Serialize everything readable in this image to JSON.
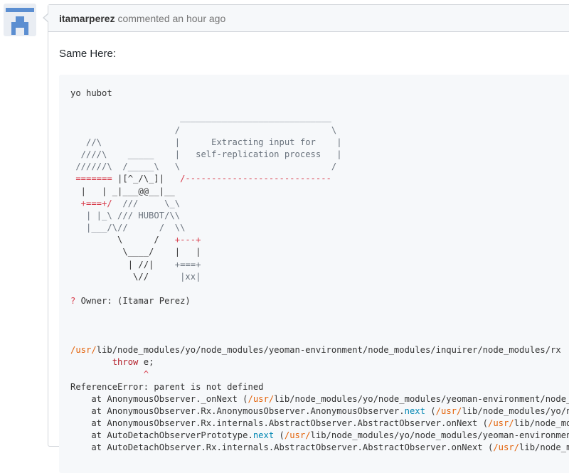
{
  "comment": {
    "author": "itamarperez",
    "meta": "commented an hour ago",
    "intro": "Same Here:"
  },
  "code": {
    "l01": "yo hubot",
    "l02": "",
    "l03_top": "                     _____________________________",
    "l04_slash": "                    /                             \\",
    "l05_a": "   //\\",
    "l05_b": "              |",
    "l05_c": "      Extracting input for    |",
    "l06_a": "  ////\\",
    "l06_b": "    _____    |",
    "l06_c": "   self-replication process   |",
    "l07_a": " //////\\  /_____\\   \\                             /",
    "l08_eq": " =======",
    "l08_b": " |[^_/\\_]|",
    "l08_c": "   /----------------------------",
    "l09": "  |   | _|___@@__|__",
    "l10_a": "  +===+/",
    "l10_b": "  ///     \\_\\",
    "l11": "   | |_\\ /// HUBOT/\\\\",
    "l12": "   |___/\\//      /  \\\\",
    "l13_a": "         \\      /",
    "l13_b": "   +---+",
    "l14": "          \\____/    |   |",
    "l15_a": "           | //|",
    "l15_b": "    +===+",
    "l16_a": "            \\//",
    "l16_b": "      |xx|",
    "l17": "",
    "l18_q": "?",
    "l18_label": " Owner: ",
    "l18_val": "(Itamar Perez)",
    "l19": "",
    "l20": "",
    "l21": "",
    "l22_usr": "/usr/",
    "l22_rest": "lib/node_modules/yo/node_modules/yeoman-environment/node_modules/inquirer/node_modules/rx",
    "l23_throw": "        throw",
    "l23_e": " e;",
    "l24_caret": "              ^",
    "l25_err": "ReferenceError",
    "l25_rest": ": parent is not defined",
    "l26_a": "    at AnonymousObserver._onNext (",
    "l26_b": "/usr/",
    "l26_c": "lib/node_modules/yo/node_modules/yeoman-environment/node_modules",
    "l27_a": "    at AnonymousObserver.Rx.AnonymousObserver.AnonymousObserver.",
    "l27_next": "next",
    "l27_b": " (",
    "l27_usr": "/usr/",
    "l27_c": "lib/node_modules/yo/node_modules",
    "l28_a": "    at AnonymousObserver.Rx.internals.AbstractObserver.AbstractObserver.onNext (",
    "l28_usr": "/usr/",
    "l28_c": "lib/node_modules",
    "l29_a": "    at AutoDetachObserverPrototype.",
    "l29_next": "next",
    "l29_b": " (",
    "l29_usr": "/usr/",
    "l29_c": "lib/node_modules/yo/node_modules/yeoman-environment",
    "l30_a": "    at AutoDetachObserver.Rx.internals.AbstractObserver.AbstractObserver.onNext (",
    "l30_usr": "/usr/",
    "l30_c": "lib/node_modules"
  }
}
